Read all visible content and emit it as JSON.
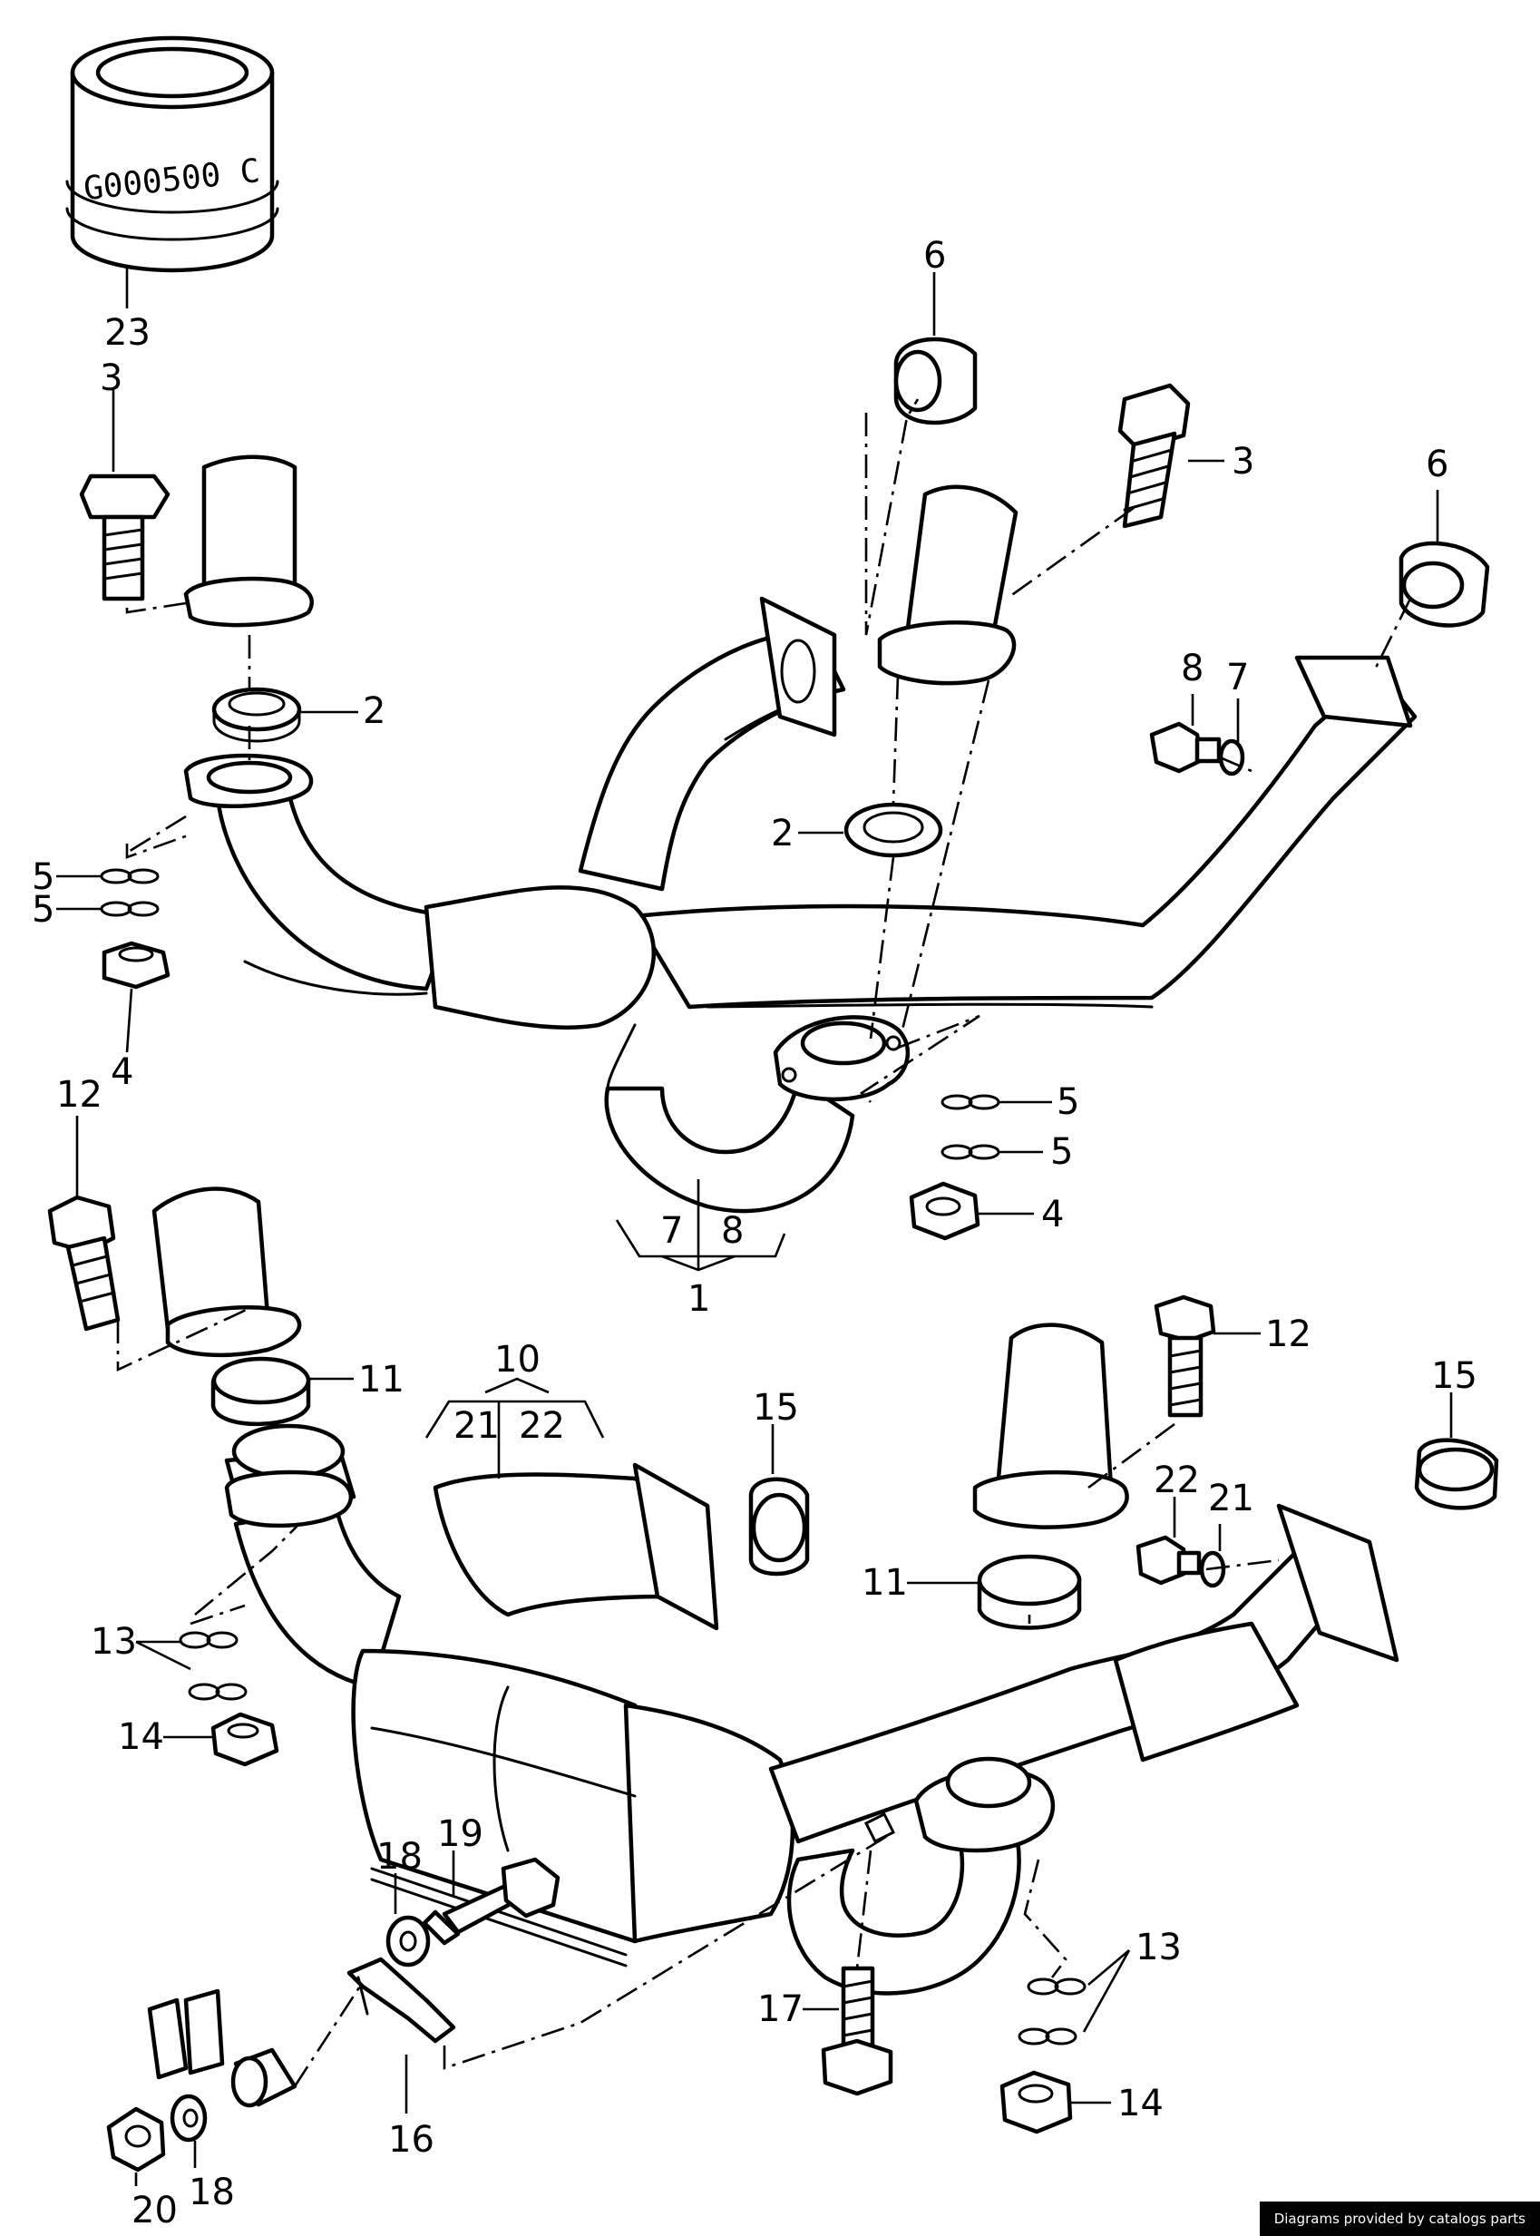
{
  "drawing": {
    "stamp": "G000500 C",
    "labels": {
      "l23": "23",
      "l3a": "3",
      "l3b": "3",
      "l6a": "6",
      "l6b": "6",
      "l2a": "2",
      "l2b": "2",
      "l8": "8",
      "l7": "7",
      "l5a": "5",
      "l5b": "5",
      "l5c": "5",
      "l5d": "5",
      "l4a": "4",
      "l4b": "4",
      "l7b": "7",
      "l8b": "8",
      "l1": "1",
      "l12a": "12",
      "l12b": "12",
      "l10": "10",
      "l21a": "21",
      "l22a": "22",
      "l11a": "11",
      "l11b": "11",
      "l15a": "15",
      "l15b": "15",
      "l22b": "22",
      "l21b": "21",
      "l13a": "13",
      "l13b": "13",
      "l14a": "14",
      "l14b": "14",
      "l19": "19",
      "l18a": "18",
      "l18b": "18",
      "l17": "17",
      "l16": "16",
      "l20": "20"
    }
  },
  "footer": {
    "credit": "Diagrams provided by catalogs parts"
  },
  "colors": {
    "ink": "#000000",
    "paper": "#ffffff",
    "credit_bg": "#000000"
  }
}
